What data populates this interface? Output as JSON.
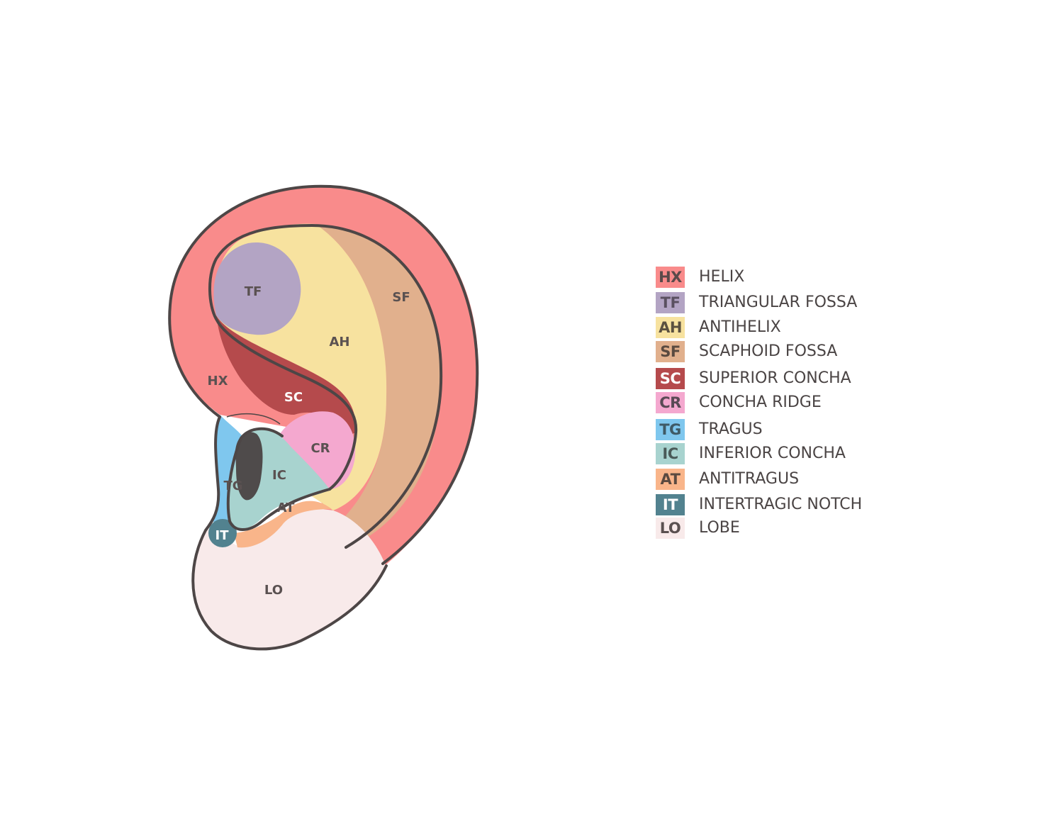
{
  "regions": [
    {
      "code": "HX",
      "name": "HELIX",
      "color": "#f98b8b",
      "code_color": "#5a4a4a"
    },
    {
      "code": "TF",
      "name": "TRIANGULAR FOSSA",
      "color": "#b3a4c4",
      "code_color": "#5a5060"
    },
    {
      "code": "AH",
      "name": "ANTIHELIX",
      "color": "#f7e29f",
      "code_color": "#5a5040"
    },
    {
      "code": "SF",
      "name": "SCAPHOID FOSSA",
      "color": "#e1b08d",
      "code_color": "#5a4a40"
    },
    {
      "code": "SC",
      "name": "SUPERIOR CONCHA",
      "color": "#b54a4c",
      "code_color": "#ffffff"
    },
    {
      "code": "CR",
      "name": "CONCHA RIDGE",
      "color": "#f4a8cf",
      "code_color": "#5a4a55"
    },
    {
      "code": "TG",
      "name": "TRAGUS",
      "color": "#7fc7ee",
      "code_color": "#3f5a66"
    },
    {
      "code": "IC",
      "name": "INFERIOR CONCHA",
      "color": "#a8d3cf",
      "code_color": "#4a5a58"
    },
    {
      "code": "AT",
      "name": "ANTITRAGUS",
      "color": "#f9b58a",
      "code_color": "#5a4a40"
    },
    {
      "code": "IT",
      "name": "INTERTRAGIC NOTCH",
      "color": "#52828f",
      "code_color": "#ffffff"
    },
    {
      "code": "LO",
      "name": "LOBE",
      "color": "#f8eaea",
      "code_color": "#5a5050"
    }
  ],
  "colors": {
    "outline": "#4d4646",
    "canal": "#4f4b4b"
  }
}
